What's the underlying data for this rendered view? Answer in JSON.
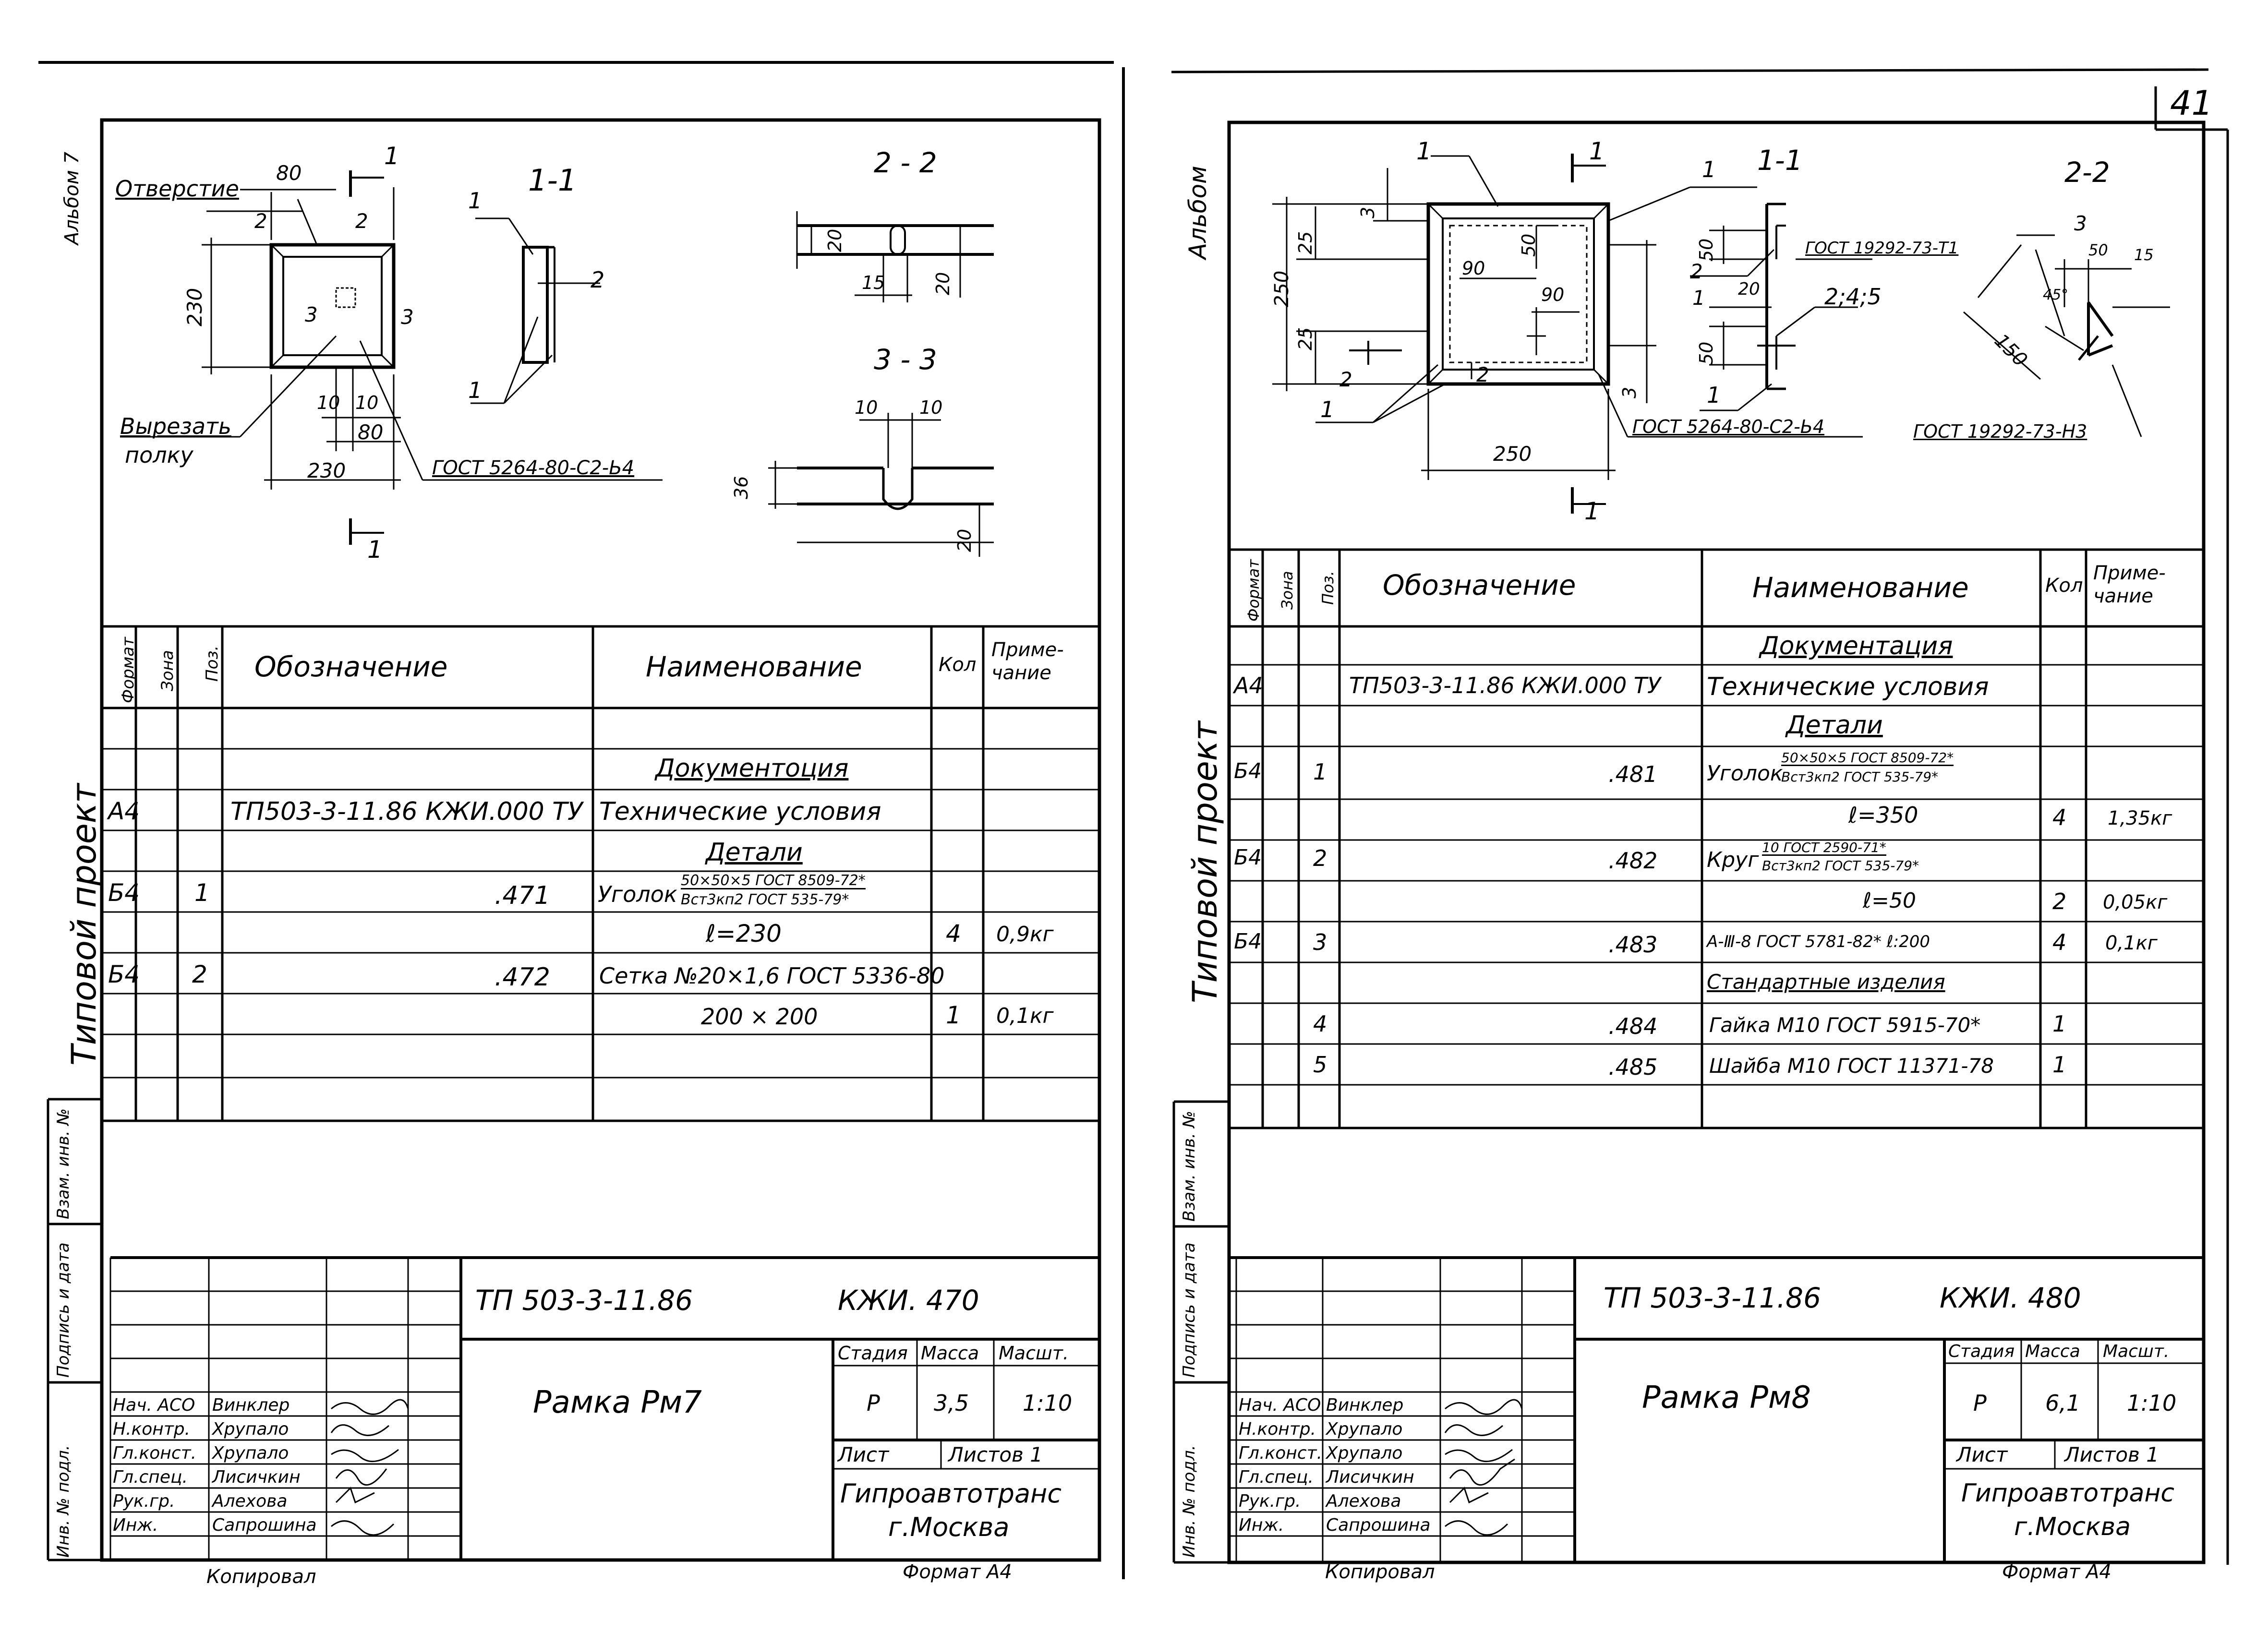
{
  "page_number": "41",
  "left": {
    "margin_label": "Альбом 7",
    "side_label": "Типовой проект",
    "stub_labels": [
      "Инв. № подл.",
      "Подпись и дата",
      "Взам. инв. №"
    ],
    "drawing": {
      "labels": {
        "hole": "Отверстие",
        "cut": "Вырезать",
        "cut2": "полку",
        "gost_weld": "ГОСТ 5264-80-С2-Ь4",
        "sec11": "1-1",
        "sec22": "2 - 2",
        "sec33": "3 - 3",
        "d80a": "80",
        "d80b": "80",
        "d230v": "230",
        "d230h": "230",
        "d10a": "10",
        "d10b": "10",
        "d2a": "2",
        "d2b": "2",
        "m3a": "3",
        "m3b": "3",
        "cut1a": "1",
        "cut1b": "1",
        "s1a": "1",
        "s1b": "1",
        "s2": "2",
        "s22_20a": "20",
        "s22_15": "15",
        "s22_20b": "20",
        "s33_10a": "10",
        "s33_10b": "10",
        "s33_36": "36",
        "s33_20": "20"
      }
    },
    "table": {
      "headers": [
        "Формат",
        "Зона",
        "Поз.",
        "Обозначение",
        "Наименование",
        "Кол",
        "Приме-\nчание"
      ],
      "rows": [
        {
          "f": "",
          "z": "",
          "p": "",
          "d": "",
          "n": "Документоция",
          "n_underline": true,
          "k": "",
          "pr": ""
        },
        {
          "f": "А4",
          "z": "",
          "p": "",
          "d": "ТП503-3-11.86 КЖИ.000 ТУ",
          "n": "Технические условия",
          "k": "",
          "pr": ""
        },
        {
          "f": "",
          "z": "",
          "p": "",
          "d": "",
          "n": "Детали",
          "n_underline": true,
          "k": "",
          "pr": ""
        },
        {
          "f": "Б4",
          "z": "",
          "p": "1",
          "d": ".471",
          "n": "Уголок",
          "frac_top": "50×50×5 ГОСТ 8509-72*",
          "frac_bot": "Вст3кп2 ГОСТ 535-79*",
          "k": "",
          "pr": ""
        },
        {
          "f": "",
          "z": "",
          "p": "",
          "d": "",
          "n": "ℓ=230",
          "k": "4",
          "pr": "0,9кг"
        },
        {
          "f": "Б4",
          "z": "",
          "p": "2",
          "d": ".472",
          "n": "Сетка №20×1,6 ГОСТ 5336-80",
          "k": "",
          "pr": ""
        },
        {
          "f": "",
          "z": "",
          "p": "",
          "d": "",
          "n": "200 × 200",
          "k": "1",
          "pr": "0,1кг"
        }
      ]
    },
    "title_block": {
      "designation": "ТП 503-3-11.86",
      "code": "КЖИ. 470",
      "name": "Рамка Рм7",
      "stage_hdr": "Стадия",
      "mass_hdr": "Масса",
      "scale_hdr": "Масшт.",
      "stage": "Р",
      "mass": "3,5",
      "scale": "1:10",
      "sheet": "Лист",
      "sheets": "Листов 1",
      "org": "Гипроавтотранс",
      "city": "г.Москва",
      "roles": [
        "Нач. АСО",
        "Н.контр.",
        "Гл.конст.",
        "Гл.спец.",
        "Рук.гр.",
        "Инж."
      ],
      "names": [
        "Винклер",
        "Хрупало",
        "Хрупало",
        "Лисичкин",
        "Алехова",
        "Сапрошина"
      ],
      "copied": "Копировал",
      "format": "Формат А4"
    }
  },
  "right": {
    "margin_label": "Альбом",
    "side_label": "Типовой проект",
    "stub_labels": [
      "Инв. № подл.",
      "Подпись и дата",
      "Взам. инв. №"
    ],
    "drawing": {
      "labels": {
        "sec11": "1-1",
        "sec22": "2-2",
        "gost_angle": "ГОСТ 19292-73-Т1",
        "gost_weld": "ГОСТ 5264-80-С2-Ь4",
        "gost_h3": "ГОСТ 19292-73-Н3",
        "weld": "2;4;5",
        "d250v": "250",
        "d250h": "250",
        "d25a": "25",
        "d25b": "25",
        "d90a": "90",
        "d90b": "90",
        "d50a": "50",
        "d50b": "50",
        "d50c": "50",
        "d20": "20",
        "d3a": "3",
        "d3b": "3",
        "d3c": "3",
        "d45": "45°",
        "d15": "15",
        "d150": "150",
        "m1a": "1",
        "m1b": "1",
        "m1c": "1",
        "m1d": "1",
        "m1e": "1",
        "m2a": "2",
        "m2b": "2",
        "m2c": "2",
        "cut1a": "1",
        "cut1b": "1"
      }
    },
    "table": {
      "headers": [
        "Формат",
        "Зона",
        "Поз.",
        "Обозначение",
        "Наименование",
        "Кол",
        "Приме-\nчание"
      ],
      "rows": [
        {
          "f": "",
          "z": "",
          "p": "",
          "d": "",
          "n": "Документация",
          "n_underline": true,
          "k": "",
          "pr": ""
        },
        {
          "f": "А4",
          "z": "",
          "p": "",
          "d": "ТП503-3-11.86 КЖИ.000 ТУ",
          "n": "Технические условия",
          "k": "",
          "pr": ""
        },
        {
          "f": "",
          "z": "",
          "p": "",
          "d": "",
          "n": "Детали",
          "n_underline": true,
          "k": "",
          "pr": ""
        },
        {
          "f": "Б4",
          "z": "",
          "p": "1",
          "d": ".481",
          "n": "Уголок",
          "frac_top": "50×50×5 ГОСТ 8509-72*",
          "frac_bot": "Вст3кп2 ГОСТ 535-79*",
          "k": "",
          "pr": ""
        },
        {
          "f": "",
          "z": "",
          "p": "",
          "d": "",
          "n": "ℓ=350",
          "k": "4",
          "pr": "1,35кг"
        },
        {
          "f": "Б4",
          "z": "",
          "p": "2",
          "d": ".482",
          "n": "Круг",
          "frac_top": "10 ГОСТ 2590-71*",
          "frac_bot": "Вст3кп2 ГОСТ 535-79*",
          "k": "",
          "pr": ""
        },
        {
          "f": "",
          "z": "",
          "p": "",
          "d": "",
          "n": "ℓ=50",
          "k": "2",
          "pr": "0,05кг"
        },
        {
          "f": "Б4",
          "z": "",
          "p": "3",
          "d": ".483",
          "n": "А-Ⅲ-8 ГОСТ 5781-82* ℓ:200",
          "k": "4",
          "pr": "0,1кг"
        },
        {
          "f": "",
          "z": "",
          "p": "",
          "d": "",
          "n": "Стандартные изделия",
          "n_underline": true,
          "k": "",
          "pr": ""
        },
        {
          "f": "",
          "z": "",
          "p": "4",
          "d": ".484",
          "n": "Гайка М10 ГОСТ 5915-70*",
          "k": "1",
          "pr": ""
        },
        {
          "f": "",
          "z": "",
          "p": "5",
          "d": ".485",
          "n": "Шайба М10 ГОСТ 11371-78",
          "k": "1",
          "pr": ""
        }
      ]
    },
    "title_block": {
      "designation": "ТП 503-3-11.86",
      "code": "КЖИ. 480",
      "name": "Рамка Рм8",
      "stage_hdr": "Стадия",
      "mass_hdr": "Масса",
      "scale_hdr": "Масшт.",
      "stage": "Р",
      "mass": "6,1",
      "scale": "1:10",
      "sheet": "Лист",
      "sheets": "Листов 1",
      "org": "Гипроавтотранс",
      "city": "г.Москва",
      "roles": [
        "Нач. АСО",
        "Н.контр.",
        "Гл.конст.",
        "Гл.спец.",
        "Рук.гр.",
        "Инж."
      ],
      "names": [
        "Винклер",
        "Хрупало",
        "Хрупало",
        "Лисичкин",
        "Алехова",
        "Сапрошина"
      ],
      "copied": "Копировал",
      "format": "Формат А4"
    }
  }
}
